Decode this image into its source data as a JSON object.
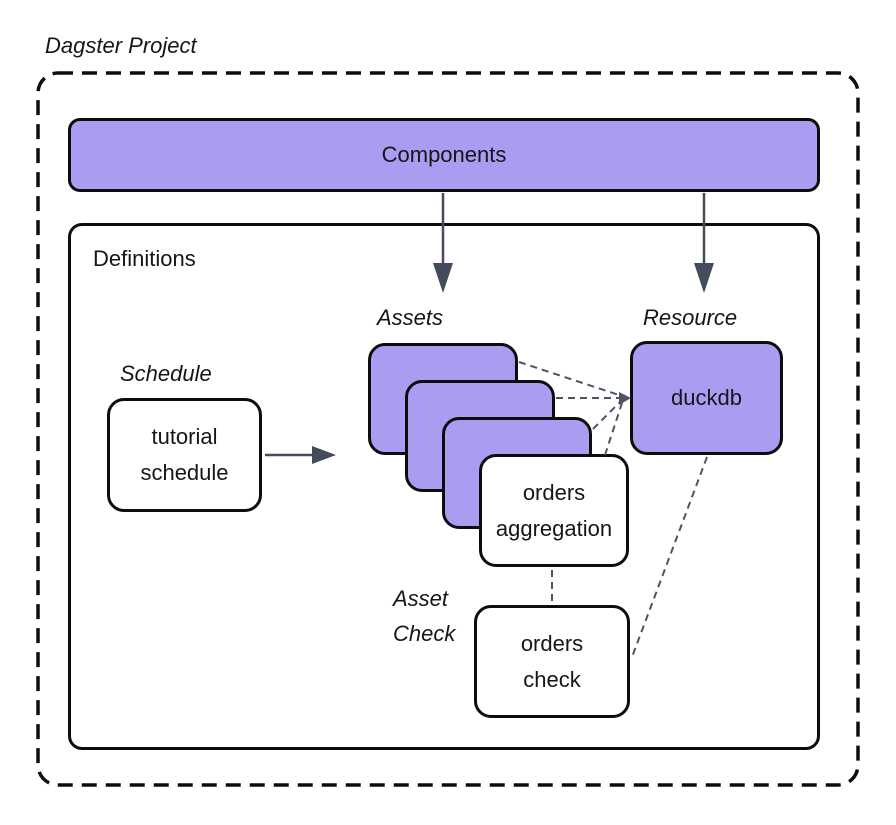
{
  "colors": {
    "background": "#ffffff",
    "node_purple": "#a99df2",
    "border_black": "#0d0d0d",
    "arrow_gray": "#434b5c",
    "connector_gray": "#4d5466",
    "text_color": "#14161a"
  },
  "diagram": {
    "title": "Dagster Project",
    "components": {
      "label": "Components"
    },
    "definitions": {
      "label": "Definitions"
    },
    "schedule": {
      "label": "Schedule",
      "node_label": "tutorial\nschedule"
    },
    "assets": {
      "label": "Assets",
      "stack_count": 3,
      "front_node_label": "orders\naggregation"
    },
    "resource": {
      "label": "Resource",
      "node_label": "duckdb"
    },
    "asset_check": {
      "label": "Asset\nCheck",
      "node_label": "orders\ncheck"
    },
    "edges": [
      {
        "from": "components",
        "to": "assets",
        "style": "solid-arrow"
      },
      {
        "from": "components",
        "to": "resource",
        "style": "solid-arrow"
      },
      {
        "from": "tutorial_schedule",
        "to": "assets_stack",
        "style": "solid-arrow"
      },
      {
        "from": "assets_stack_box1",
        "to": "duckdb",
        "style": "dashed"
      },
      {
        "from": "assets_stack_box2",
        "to": "duckdb",
        "style": "dashed"
      },
      {
        "from": "assets_stack_box3",
        "to": "duckdb",
        "style": "dashed"
      },
      {
        "from": "orders_aggregation",
        "to": "duckdb",
        "style": "dashed-arrow"
      },
      {
        "from": "duckdb",
        "to": "orders_check",
        "style": "dashed"
      },
      {
        "from": "orders_aggregation",
        "to": "orders_check",
        "style": "dashed"
      }
    ]
  }
}
